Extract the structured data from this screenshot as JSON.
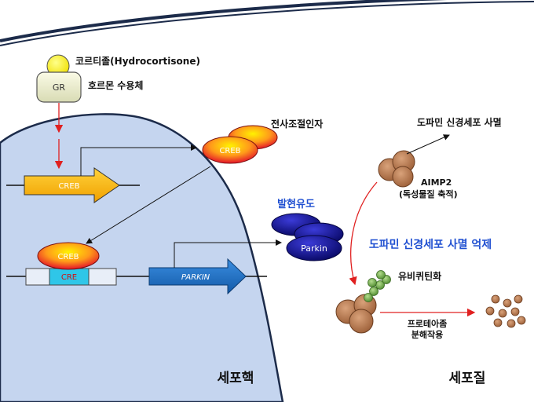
{
  "labels": {
    "cortisol": "코르티졸(Hydrocortisone)",
    "gr": "GR",
    "receptor": "호르몬 수용체",
    "transcription_factor": "전사조절인자",
    "creb": "CREB",
    "cre": "CRE",
    "parkin_gene": "PARKIN",
    "induction": "발현유도",
    "parkin_protein": "Parkin",
    "neuron_death": "도파민 신경세포 사멸",
    "aimp2": "AIMP2",
    "aimp2_note": "(독성물질 축적)",
    "suppression": "도파민 신경세포 사멸 억제",
    "ubiquitination": "유비퀴틴화",
    "proteasome_line1": "프로테아좀",
    "proteasome_line2": "분해작용",
    "nucleus": "세포핵",
    "cytoplasm": "세포질"
  },
  "colors": {
    "nucleus_fill": "#c5d5ef",
    "membrane": "#1c2b4a",
    "gene_arrow": "#f7b500",
    "parkin_arrow": "#1e6fbd",
    "parkin_protein": "#1a1a8e",
    "creb_red": "#e8282a",
    "creb_yellow": "#ffe400",
    "aimp2": "#b97a52",
    "ubiquitin": "#6fa84c",
    "accent_text": "#1f4fd1",
    "signal_arrow": "#e02020"
  },
  "icons": [
    "cortisol-ligand-icon",
    "receptor-icon",
    "creb-protein-icon",
    "parkin-protein-icon",
    "aimp2-protein-icon",
    "ubiquitin-chain-icon",
    "peptide-fragments-icon"
  ]
}
